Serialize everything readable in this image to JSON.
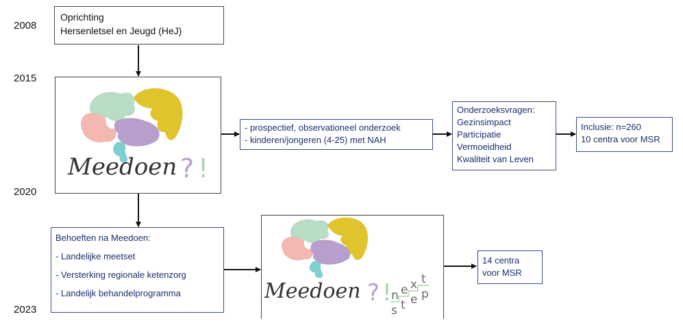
{
  "years": [
    "2008",
    "2015",
    "2020",
    "2023"
  ],
  "box_founding": {
    "lines": [
      "Oprichting",
      "Hersenletsel en Jeugd (HeJ)"
    ]
  },
  "logo_main": {
    "wordmark": "Meedoen",
    "mark": "?!"
  },
  "box_study": {
    "lines": [
      "- prospectief, observationeel onderzoek",
      "- kinderen/jongeren (4-25) met NAH"
    ]
  },
  "box_questions": {
    "lines": [
      "Onderzoeksvragen:",
      "Gezinsimpact",
      "Participatie",
      "Vermoeidheid",
      "Kwaliteit van Leven"
    ]
  },
  "box_inclusion": {
    "lines": [
      "Inclusie: n=260",
      "10 centra voor MSR"
    ]
  },
  "box_needs": {
    "lines": [
      "Behoeften na Meedoen:",
      "- Landelijke meetset",
      "- Versterking regionale ketenzorg",
      "- Landelijk behandelprogramma"
    ]
  },
  "logo_next": {
    "wordmark": "Meedoen",
    "mark": "?!",
    "next_letters": [
      "n",
      "e",
      "x",
      "t"
    ],
    "step_letters": [
      "s",
      "t",
      "e",
      "p"
    ]
  },
  "box_centers": {
    "lines": [
      "14 centra",
      "voor MSR"
    ]
  },
  "colors": {
    "text_blue": "#1c2e6e",
    "puzzle_green": "#b9dcc4",
    "puzzle_yellow": "#e0c42e",
    "puzzle_pink": "#f2b8b1",
    "puzzle_purple": "#b79fcd",
    "puzzle_teal": "#7fcfcf",
    "mark_purple": "#b79fcd",
    "mark_green": "#a8d6a6"
  }
}
